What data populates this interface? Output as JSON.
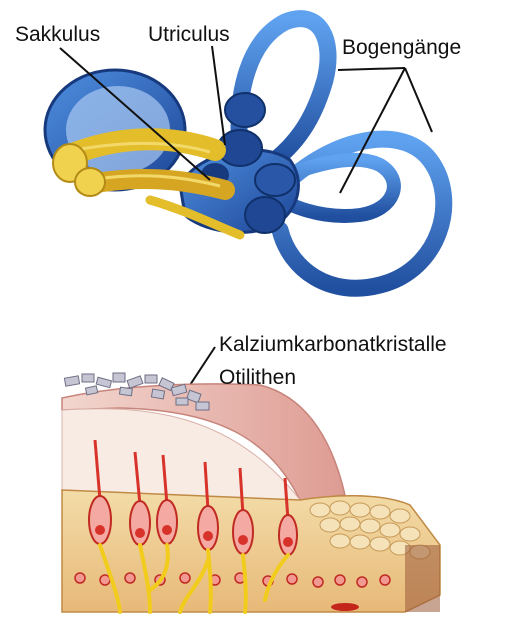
{
  "labels": {
    "sakkulus": "Sakkulus",
    "utriculus": "Utriculus",
    "bogengaenge": "Bogengänge",
    "kalziumkarbonatkristalle": "Kalziumkarbonatkristalle",
    "otilithen": "Otilithen"
  },
  "colors": {
    "labyrinth_blue": "#2f6fc4",
    "labyrinth_dark": "#1c3f86",
    "nerve_yellow": "#e3bd2a",
    "tissue_pink": "#e9b3ad",
    "hair_cell_red": "#d8332a",
    "crystal_gray": "#b8b8c8"
  }
}
